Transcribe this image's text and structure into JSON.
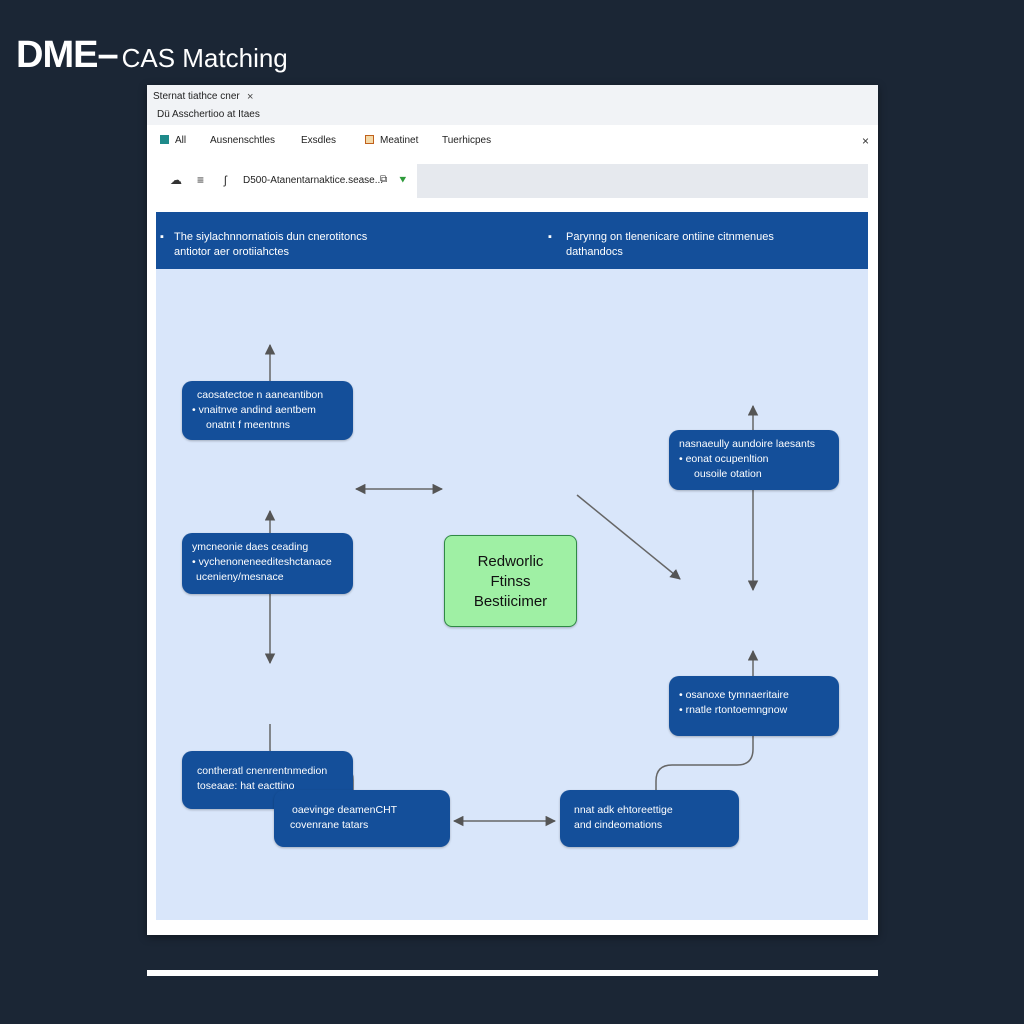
{
  "page": {
    "title_main": "DME–",
    "title_sub": "CAS Matching"
  },
  "window": {
    "tab_title": "Sternat tiathce cner",
    "tab_close": "×",
    "tab_subtitle": "Dü Asschertioo at Itaes",
    "close": "×"
  },
  "menu": [
    {
      "label": "All",
      "icon": "app-icon",
      "color": "#1e8a8a"
    },
    {
      "label": "Ausnenschtles",
      "icon": "",
      "color": ""
    },
    {
      "label": "Exsdles",
      "icon": "",
      "color": ""
    },
    {
      "label": "Meatinet",
      "icon": "document-icon",
      "color": "#c0601c"
    },
    {
      "label": "Tuerhicpes",
      "icon": "",
      "color": ""
    }
  ],
  "toolbar": {
    "cloud_icon": "☁",
    "menu_icon": "≡",
    "lock_icon": "ʃ",
    "path": "D500-Atanentarnaktice.sease...",
    "badge": "⧉",
    "leaf_icon": "⯆"
  },
  "banner": {
    "left": {
      "bullet": "▪",
      "line1": "The siylachnnornatiois dun cnerotitoncs",
      "line2": "antiotor aer orotiiahctes"
    },
    "right": {
      "bullet": "▪",
      "line1": "Parynng on tlenenicare ontiine citnmenues",
      "line2": "dathandocs"
    }
  },
  "nodes": {
    "top_left": {
      "line1": "caosatectoe n aaneantibon",
      "line2": "• vnaitnve andind aentbem",
      "line3": "onatnt f meentnns"
    },
    "mid_left": {
      "line1": "ymcneonie daes ceading",
      "line2": "• vychenoneneediteshctanace",
      "line3": "ucenieny/mesnace"
    },
    "bot_left": {
      "line1": "contheratl cnenrentnmedion",
      "line2": "toseaae: hat eacttino"
    },
    "center": {
      "line1": "Redworlic",
      "line2": "Ftinss",
      "line3": "Bestiicimer"
    },
    "top_right": {
      "line1": "nasnaeully aundoire laesants",
      "line2": "• eonat ocupenltion",
      "line3": "ousoile otation"
    },
    "mid_right": {
      "line1": "• osanoxe tymnaeritaire",
      "line2": "• rnatle rtontoemngnow"
    },
    "bot_mid": {
      "line1": "oaevinge deamenCHT",
      "line2": "covenrane tatars"
    },
    "bot_right": {
      "line1": "nnat adk ehtoreettige",
      "line2": "and cindeomations"
    }
  }
}
